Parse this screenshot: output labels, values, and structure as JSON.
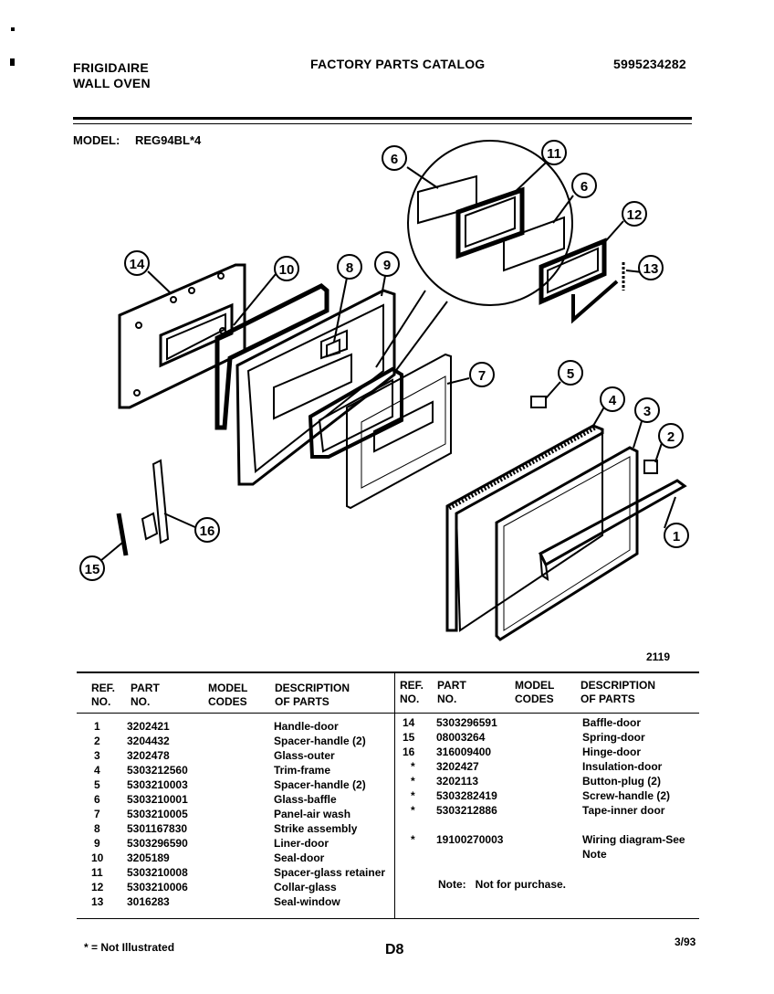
{
  "header": {
    "brand_line1": "FRIGIDAIRE",
    "brand_line2": "WALL OVEN",
    "catalog_title": "FACTORY PARTS CATALOG",
    "catalog_number": "5995234282"
  },
  "model": {
    "label": "MODEL:",
    "value": "REG94BL*4"
  },
  "diagram": {
    "figure_number": "2119",
    "callouts": [
      "1",
      "2",
      "3",
      "4",
      "5",
      "6",
      "6",
      "7",
      "8",
      "9",
      "10",
      "11",
      "12",
      "13",
      "14",
      "15",
      "16"
    ]
  },
  "table": {
    "headers": {
      "ref_no": [
        "REF.",
        "NO."
      ],
      "part_no": [
        "PART",
        "NO."
      ],
      "model_codes": [
        "MODEL",
        "CODES"
      ],
      "description": [
        "DESCRIPTION",
        "OF PARTS"
      ]
    },
    "left_rows": [
      {
        "ref": "1",
        "part": "3202421",
        "code": "",
        "desc": "Handle-door"
      },
      {
        "ref": "2",
        "part": "3204432",
        "code": "",
        "desc": "Spacer-handle (2)"
      },
      {
        "ref": "3",
        "part": "3202478",
        "code": "",
        "desc": "Glass-outer"
      },
      {
        "ref": "4",
        "part": "5303212560",
        "code": "",
        "desc": "Trim-frame"
      },
      {
        "ref": "5",
        "part": "5303210003",
        "code": "",
        "desc": "Spacer-handle (2)"
      },
      {
        "ref": "6",
        "part": "5303210001",
        "code": "",
        "desc": "Glass-baffle"
      },
      {
        "ref": "7",
        "part": "5303210005",
        "code": "",
        "desc": "Panel-air wash"
      },
      {
        "ref": "8",
        "part": "5301167830",
        "code": "",
        "desc": "Strike assembly"
      },
      {
        "ref": "9",
        "part": "5303296590",
        "code": "",
        "desc": "Liner-door"
      },
      {
        "ref": "10",
        "part": "3205189",
        "code": "",
        "desc": "Seal-door"
      },
      {
        "ref": "11",
        "part": "5303210008",
        "code": "",
        "desc": "Spacer-glass retainer"
      },
      {
        "ref": "12",
        "part": "5303210006",
        "code": "",
        "desc": "Collar-glass"
      },
      {
        "ref": "13",
        "part": "3016283",
        "code": "",
        "desc": "Seal-window"
      }
    ],
    "right_rows": [
      {
        "ref": "14",
        "part": "5303296591",
        "code": "",
        "desc": "Baffle-door"
      },
      {
        "ref": "15",
        "part": "08003264",
        "code": "",
        "desc": "Spring-door"
      },
      {
        "ref": "16",
        "part": "316009400",
        "code": "",
        "desc": "Hinge-door"
      },
      {
        "ref": "*",
        "part": "3202427",
        "code": "",
        "desc": "Insulation-door"
      },
      {
        "ref": "*",
        "part": "3202113",
        "code": "",
        "desc": "Button-plug (2)"
      },
      {
        "ref": "*",
        "part": "5303282419",
        "code": "",
        "desc": "Screw-handle (2)"
      },
      {
        "ref": "*",
        "part": "5303212886",
        "code": "",
        "desc": "Tape-inner door"
      }
    ],
    "wiring": {
      "ref": "*",
      "part": "19100270003",
      "desc_line1": "Wiring diagram-See",
      "desc_line2": "Note"
    },
    "note": "Note:   Not for purchase."
  },
  "footer": {
    "legend": "* = Not Illustrated",
    "page": "D8",
    "date": "3/93"
  }
}
